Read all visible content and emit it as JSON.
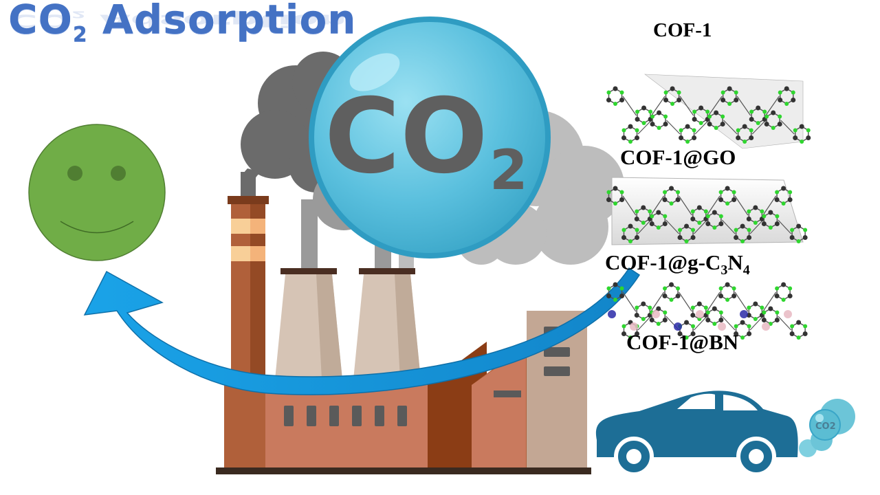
{
  "title": {
    "prefix": "CO",
    "subscript": "2",
    "suffix": " Adsorption"
  },
  "labels": {
    "cof1": "COF-1",
    "cof1_go": "COF-1@GO",
    "cof1_gcn_prefix": "COF-1@g-C",
    "cof1_gcn_sub1": "3",
    "cof1_gcn_mid": "N",
    "cof1_gcn_sub2": "4",
    "cof1_bn": "COF-1@BN"
  },
  "bubble": {
    "main": "CO",
    "subscript": "2"
  },
  "car_bubble": {
    "text": "CO2"
  },
  "colors": {
    "title": "#4472c4",
    "bubble": "#5bc0de",
    "smoke_dark": "#6b6b6b",
    "smoke_light": "#bdbdbd",
    "arrow": "#1aa3e8",
    "smiley": "#70ad47",
    "factory_wall": "#c97a5e",
    "chimney": "#a0522d",
    "car": "#1d6e96"
  },
  "icons": [
    "smiley-face-icon",
    "co2-bubble-icon",
    "factory-icon",
    "car-icon",
    "arrow-icon"
  ]
}
